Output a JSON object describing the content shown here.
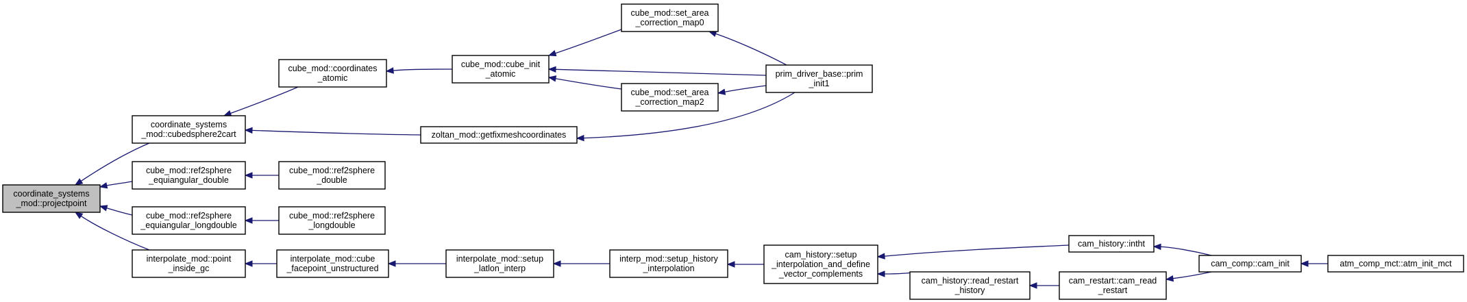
{
  "nodes": [
    {
      "id": "projectpoint",
      "lines": [
        "coordinate_systems",
        "_mod::projectpoint"
      ],
      "root": true
    },
    {
      "id": "cubedsphere2cart",
      "lines": [
        "coordinate_systems",
        "_mod::cubedsphere2cart"
      ]
    },
    {
      "id": "ref2sphere_ea_double",
      "lines": [
        "cube_mod::ref2sphere",
        "_equiangular_double"
      ]
    },
    {
      "id": "ref2sphere_ea_longdouble",
      "lines": [
        "cube_mod::ref2sphere",
        "_equiangular_longdouble"
      ]
    },
    {
      "id": "point_inside_gc",
      "lines": [
        "interpolate_mod::point",
        "_inside_gc"
      ]
    },
    {
      "id": "coordinates_atomic",
      "lines": [
        "cube_mod::coordinates",
        "_atomic"
      ]
    },
    {
      "id": "getfixmeshcoordinates",
      "lines": [
        "zoltan_mod::getfixmeshcoordinates"
      ]
    },
    {
      "id": "ref2sphere_double",
      "lines": [
        "cube_mod::ref2sphere",
        "_double"
      ]
    },
    {
      "id": "ref2sphere_longdouble",
      "lines": [
        "cube_mod::ref2sphere",
        "_longdouble"
      ]
    },
    {
      "id": "cube_facepoint_unstructured",
      "lines": [
        "interpolate_mod::cube",
        "_facepoint_unstructured"
      ]
    },
    {
      "id": "cube_init_atomic",
      "lines": [
        "cube_mod::cube_init",
        "_atomic"
      ]
    },
    {
      "id": "setup_latlon_interp",
      "lines": [
        "interpolate_mod::setup",
        "_latlon_interp"
      ]
    },
    {
      "id": "set_area_correction_map0",
      "lines": [
        "cube_mod::set_area",
        "_correction_map0"
      ]
    },
    {
      "id": "set_area_correction_map2",
      "lines": [
        "cube_mod::set_area",
        "_correction_map2"
      ]
    },
    {
      "id": "setup_history_interpolation",
      "lines": [
        "interp_mod::setup_history",
        "_interpolation"
      ]
    },
    {
      "id": "prim_init1",
      "lines": [
        "prim_driver_base::prim",
        "_init1"
      ]
    },
    {
      "id": "setup_interp_define_vec",
      "lines": [
        "cam_history::setup",
        "_interpolation_and_define",
        "_vector_complements"
      ]
    },
    {
      "id": "read_restart_history",
      "lines": [
        "cam_history::read_restart",
        "_history"
      ]
    },
    {
      "id": "intht",
      "lines": [
        "cam_history::intht"
      ]
    },
    {
      "id": "cam_read_restart",
      "lines": [
        "cam_restart::cam_read",
        "_restart"
      ]
    },
    {
      "id": "cam_init",
      "lines": [
        "cam_comp::cam_init"
      ]
    },
    {
      "id": "atm_init_mct",
      "lines": [
        "atm_comp_mct::atm_init_mct"
      ]
    }
  ],
  "edges": [
    {
      "from": "cubedsphere2cart",
      "to": "projectpoint"
    },
    {
      "from": "ref2sphere_ea_double",
      "to": "projectpoint"
    },
    {
      "from": "ref2sphere_ea_longdouble",
      "to": "projectpoint"
    },
    {
      "from": "point_inside_gc",
      "to": "projectpoint"
    },
    {
      "from": "coordinates_atomic",
      "to": "cubedsphere2cart"
    },
    {
      "from": "getfixmeshcoordinates",
      "to": "cubedsphere2cart"
    },
    {
      "from": "ref2sphere_double",
      "to": "ref2sphere_ea_double"
    },
    {
      "from": "ref2sphere_longdouble",
      "to": "ref2sphere_ea_longdouble"
    },
    {
      "from": "cube_facepoint_unstructured",
      "to": "point_inside_gc"
    },
    {
      "from": "cube_init_atomic",
      "to": "coordinates_atomic"
    },
    {
      "from": "prim_init1",
      "to": "getfixmeshcoordinates"
    },
    {
      "from": "setup_latlon_interp",
      "to": "cube_facepoint_unstructured"
    },
    {
      "from": "set_area_correction_map0",
      "to": "cube_init_atomic"
    },
    {
      "from": "prim_init1",
      "to": "cube_init_atomic"
    },
    {
      "from": "set_area_correction_map2",
      "to": "cube_init_atomic"
    },
    {
      "from": "prim_init1",
      "to": "set_area_correction_map0"
    },
    {
      "from": "prim_init1",
      "to": "set_area_correction_map2"
    },
    {
      "from": "setup_history_interpolation",
      "to": "setup_latlon_interp"
    },
    {
      "from": "setup_interp_define_vec",
      "to": "setup_history_interpolation"
    },
    {
      "from": "intht",
      "to": "setup_interp_define_vec"
    },
    {
      "from": "read_restart_history",
      "to": "setup_interp_define_vec"
    },
    {
      "from": "cam_read_restart",
      "to": "read_restart_history"
    },
    {
      "from": "cam_init",
      "to": "intht"
    },
    {
      "from": "cam_init",
      "to": "cam_read_restart"
    },
    {
      "from": "atm_init_mct",
      "to": "cam_init"
    }
  ]
}
